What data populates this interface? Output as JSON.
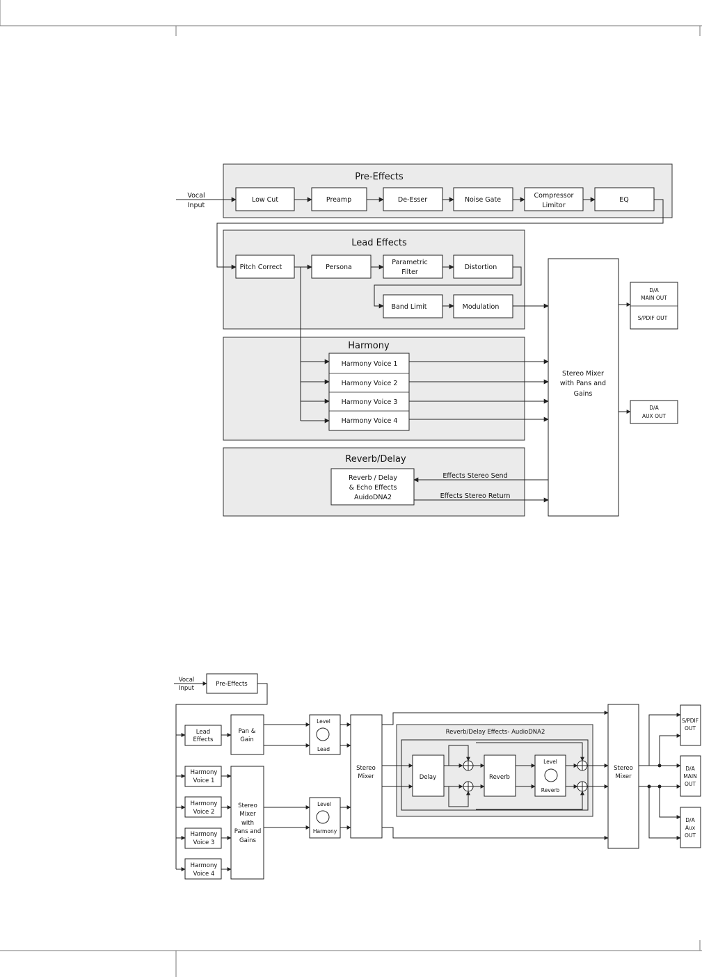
{
  "diagram1": {
    "vocal_input": [
      "Vocal",
      "Input"
    ],
    "pre_effects": {
      "title": "Pre-Effects",
      "blocks": [
        "Low Cut",
        "Preamp",
        "De-Esser",
        "Noise Gate",
        [
          "Compressor",
          "Limitor"
        ],
        "EQ"
      ]
    },
    "lead_effects": {
      "title": "Lead Effects",
      "pitch_correct": "Pitch Correct",
      "persona": "Persona",
      "parametric_filter": [
        "Parametric",
        "Filter"
      ],
      "distortion": "Distortion",
      "band_limit": "Band Limit",
      "modulation": "Modulation"
    },
    "harmony": {
      "title": "Harmony",
      "voices": [
        "Harmony Voice 1",
        "Harmony Voice 2",
        "Harmony Voice 3",
        "Harmony Voice 4"
      ]
    },
    "reverb_delay": {
      "title": "Reverb/Delay",
      "block": [
        "Reverb / Delay",
        "& Echo Effects",
        "AuidoDNA2"
      ],
      "send_label": "Effects Stereo Send",
      "return_label": "Effects Stereo Return"
    },
    "stereo_mixer": [
      "Stereo Mixer",
      "with Pans and",
      "Gains"
    ],
    "outputs": {
      "main_out": [
        "D/A",
        "MAIN OUT"
      ],
      "spdif_out": "S/PDIF OUT",
      "aux_out": [
        "D/A",
        "AUX OUT"
      ]
    }
  },
  "diagram2": {
    "vocal_input": [
      "Vocal",
      "Input"
    ],
    "pre_effects": "Pre-Effects",
    "lead_effects": [
      "Lead",
      "Effects"
    ],
    "pan_gain": [
      "Pan &",
      "Gain"
    ],
    "harmony_voices": [
      [
        "Harmony",
        "Voice 1"
      ],
      [
        "Harmony",
        "Voice 2"
      ],
      [
        "Harmony",
        "Voice 3"
      ],
      [
        "Harmony",
        "Voice 4"
      ]
    ],
    "harmony_mixer": [
      "Stereo",
      "Mixer",
      "with",
      "Pans and",
      "Gains"
    ],
    "level_lead": [
      "Level",
      "Lead"
    ],
    "level_harmony": [
      "Level",
      "Harmony"
    ],
    "stereo_mixer_1": [
      "Stereo",
      "Mixer"
    ],
    "effects_group_title": "Reverb/Delay Effects- AudioDNA2",
    "delay": "Delay",
    "reverb": "Reverb",
    "level_reverb": [
      "Level",
      "Reverb"
    ],
    "stereo_mixer_2": [
      "Stereo",
      "Mixer"
    ],
    "outputs": {
      "spdif": [
        "S/PDIF",
        "OUT"
      ],
      "main": [
        "D/A",
        "MAIN",
        "OUT"
      ],
      "aux": [
        "D/A",
        "Aux",
        "OUT"
      ]
    }
  }
}
